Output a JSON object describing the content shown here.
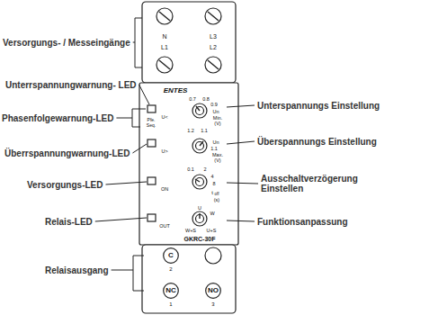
{
  "diagram": {
    "nodes": [
      {
        "text": [
          "C"
        ]
      },
      {
        "text": [
          "NC"
        ]
      },
      {
        "text": [
          "NO"
        ]
      }
    ],
    "labels": [
      "Versorgungs- / Messeingänge",
      "N",
      "L3",
      "L1",
      "L2",
      "Unterrspannungwarnung- LED",
      "ENTES",
      "Unterspannungs Einstellung",
      "Phasenfolgewarnung-LED",
      "0.7",
      "0.8",
      "0.9",
      "Un",
      "Min.",
      "(V)",
      "U<",
      "Pfe. Seq.",
      "1.2",
      "1.1",
      "Überrspannungwarnung-LED",
      "Überspannungs Einstellung",
      "U>",
      "Un",
      "1.1",
      "Max.",
      "(V)",
      "0.1",
      "2",
      "4",
      "8",
      "Ausschaltverzögerung Einstellen",
      "Versorgungs-LED",
      "ON",
      "t",
      "off",
      "(s)",
      "U",
      "W",
      "Relais-LED",
      "Funktionsanpassung",
      "OUT",
      "W+S",
      "U+S",
      "GKRC-30F",
      "2",
      "Relaisausgang",
      "1",
      "3"
    ]
  }
}
